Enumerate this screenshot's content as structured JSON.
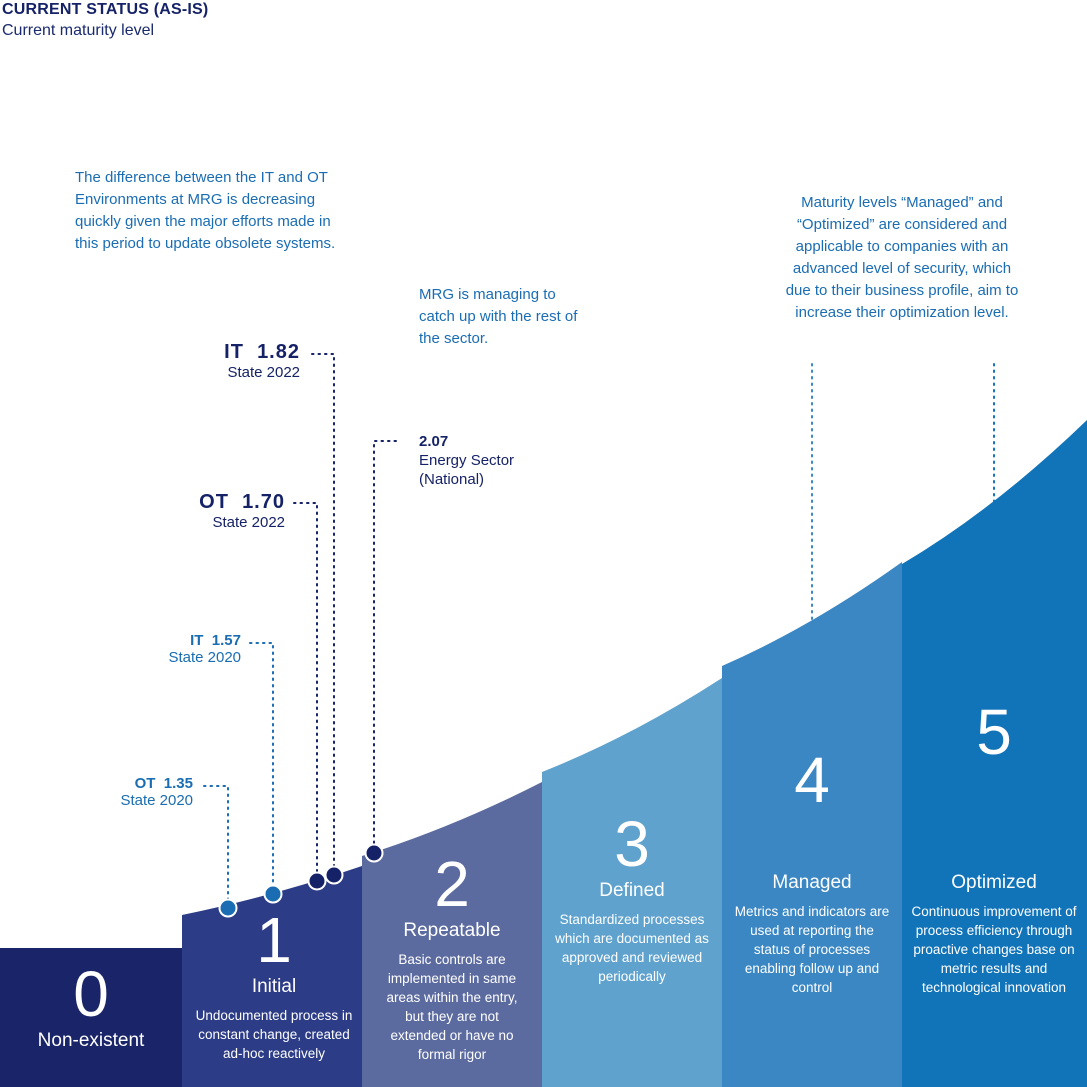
{
  "header": {
    "title": "CURRENT STATUS (AS-IS)",
    "subtitle": "Current maturity level"
  },
  "notes": {
    "it_ot_gap": "The difference between the IT and OT Environments at MRG is decreasing quickly given the major efforts made in this period to update obsolete systems.",
    "catch_up": "MRG is managing to catch up with the rest of the sector.",
    "advanced_levels": "Maturity levels “Managed” and “Optimized” are considered and applicable to companies with an advanced level of security, which due to their business profile, aim to increase their optimization level."
  },
  "chart_data": {
    "type": "diagram",
    "title": "CURRENT STATUS (AS-IS)",
    "subtitle": "Current maturity level",
    "levels": [
      {
        "number": "0",
        "name": "Non-existent",
        "description": ""
      },
      {
        "number": "1",
        "name": "Initial",
        "description": "Undocumented process in constant change, created ad-hoc reactively"
      },
      {
        "number": "2",
        "name": "Repeatable",
        "description": "Basic controls are implemented in same areas within the entry, but they are not extended or have no formal rigor"
      },
      {
        "number": "3",
        "name": "Defined",
        "description": "Standardized processes which are documented as approved and reviewed periodically"
      },
      {
        "number": "4",
        "name": "Managed",
        "description": "Metrics and indicators are used at reporting the status of processes enabling follow up and control"
      },
      {
        "number": "5",
        "name": "Optimized",
        "description": "Continuous improvement of process efficiency through proactive changes base on metric results and technological innovation"
      }
    ],
    "markers": [
      {
        "label": "OT",
        "value": 1.35,
        "value_text": "1.35",
        "state": "State 2020"
      },
      {
        "label": "IT",
        "value": 1.57,
        "value_text": "1.57",
        "state": "State 2020"
      },
      {
        "label": "OT",
        "value": 1.7,
        "value_text": "1.70",
        "state": "State 2022"
      },
      {
        "label": "IT",
        "value": 1.82,
        "value_text": "1.82",
        "state": "State 2022"
      },
      {
        "label": "",
        "value": 2.07,
        "value_text": "2.07",
        "state": "Energy Sector",
        "state2": "(National)"
      }
    ],
    "colors": {
      "level_0": "#1a2468",
      "level_1": "#2c3c86",
      "level_2": "#5c6b9f",
      "level_3": "#5fa2ce",
      "level_4": "#3a87c4",
      "level_5": "#1173b8",
      "marker_2020": "#1a6db3",
      "marker_2022": "#162267",
      "text_accent": "#1a6db3"
    }
  }
}
